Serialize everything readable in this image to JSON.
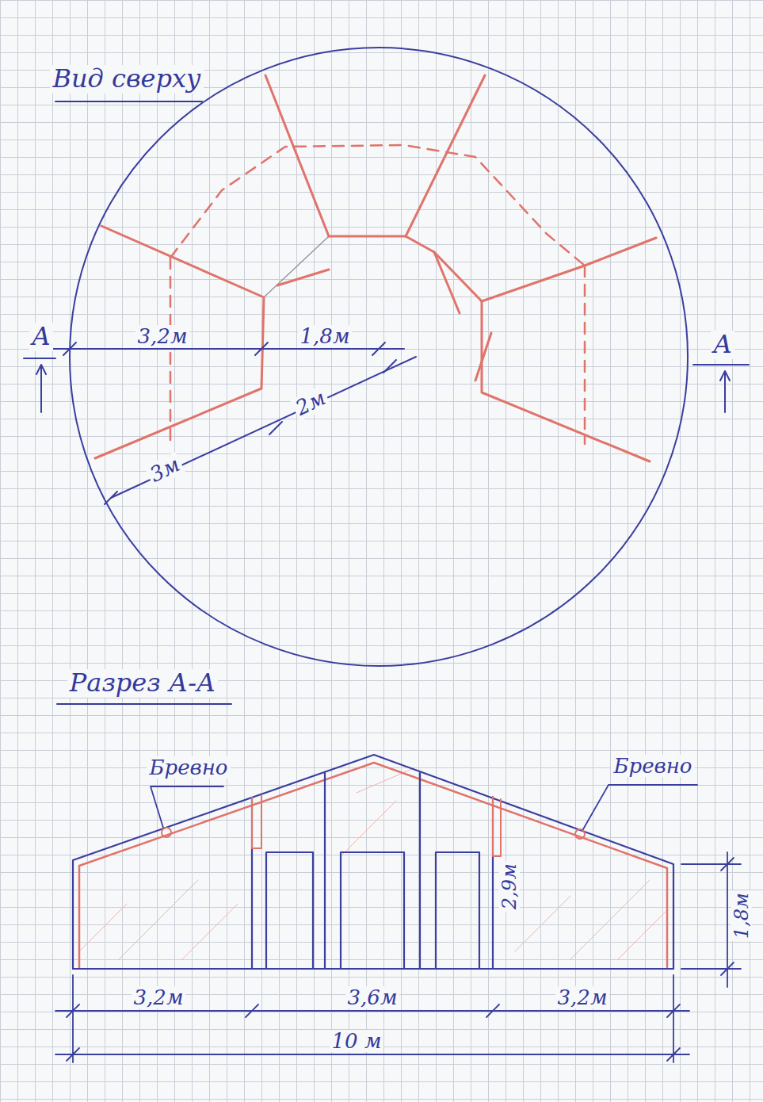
{
  "diagram": {
    "labels": [
      "Вид сверху",
      "А",
      "3,2м",
      "1,8м",
      "2м",
      "3м",
      "А",
      "Разрез А-А",
      "Бревно",
      "Бревно",
      "2,9м",
      "1,8м",
      "3,2м",
      "3,6м",
      "3,2м",
      "10 м"
    ]
  }
}
